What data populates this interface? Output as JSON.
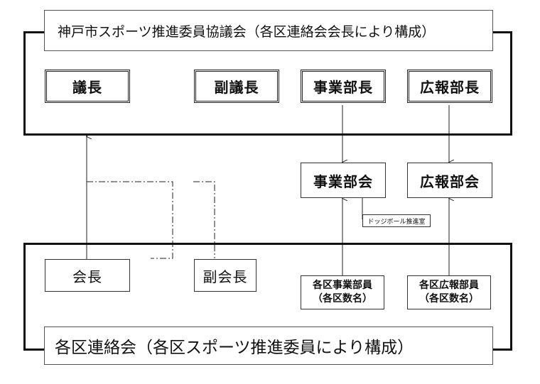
{
  "council": {
    "title": "神戸市スポーツ推進委員協議会（各区連絡会会長により構成）",
    "roles": [
      "議長",
      "副議長",
      "事業部長",
      "広報部長"
    ]
  },
  "divisions": {
    "jigyo": "事業部会",
    "koho": "広報部会",
    "dodgeball": "ドッジボール推進室"
  },
  "ward": {
    "title": "各区連絡会（各区スポーツ推進委員により構成）",
    "chair": "会長",
    "vice_chair": "副会長",
    "jigyo_member_line1": "各区事業部員",
    "jigyo_member_line2": "（各区数名）",
    "koho_member_line1": "各区広報部員",
    "koho_member_line2": "（各区数名）"
  }
}
